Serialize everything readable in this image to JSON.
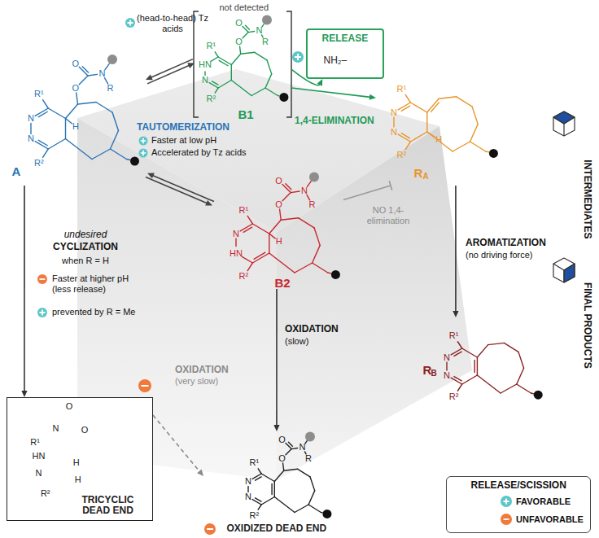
{
  "diagram": {
    "nodes": [
      {
        "text": [
          "not detected",
          "O",
          "N",
          "R",
          "O",
          "R¹",
          "HN",
          "N",
          "R²",
          "B1"
        ]
      },
      {
        "text": [
          "RELEASE",
          "NH₂–"
        ]
      },
      {
        "text": [
          "O",
          "N",
          "R",
          "O",
          "R¹",
          "N",
          "N",
          "H",
          "R²",
          "A"
        ]
      },
      {
        "text": [
          "R¹",
          "N",
          "N",
          "H",
          "R²",
          "R",
          "A"
        ]
      },
      {
        "text": [
          "O",
          "N",
          "R",
          "O",
          "R¹",
          "N",
          "HN",
          "H",
          "R²",
          "B2"
        ]
      },
      {
        "text": [
          "N",
          "R¹",
          "H",
          "HN",
          "N",
          "O",
          "O",
          "H",
          "R²",
          "TRICYCLIC DEAD END"
        ]
      },
      {
        "text": [
          "R¹",
          "N",
          "N",
          "R",
          "B",
          "R²"
        ]
      },
      {
        "text": [
          "O",
          "N",
          "R",
          "O",
          "R¹",
          "N",
          "N",
          "R²",
          "OXIDIZED DEAD END"
        ]
      }
    ],
    "edges": [
      {
        "from": 2,
        "to": 0,
        "arrow": "both",
        "label": "(head-to-head) Tz acids"
      },
      {
        "from": 2,
        "to": 4,
        "arrow": "both"
      },
      {
        "from": 0,
        "to": 3,
        "arrow": "to",
        "label": "1,4-ELIMINATION"
      },
      {
        "from": 0,
        "to": 1,
        "arrow": "to"
      },
      {
        "from": 4,
        "to": 3,
        "arrow": "none",
        "label": "NO 1,4-elimination"
      },
      {
        "from": 3,
        "to": 6,
        "arrow": "to",
        "label": "AROMATIZATION"
      },
      {
        "from": 2,
        "to": 5,
        "arrow": "to",
        "label": "CYCLIZATION"
      },
      {
        "from": 4,
        "to": 7,
        "arrow": "to",
        "label": "OXIDATION"
      },
      {
        "from": 5,
        "to": 7,
        "arrow": "to",
        "label": "OXIDATION"
      }
    ],
    "labels": [
      "TAUTOMERIZATION",
      "Faster at low pH",
      "Accelerated by Tz acids",
      "INTERMEDIATES",
      "undesired",
      "when R = H",
      "Faster at higher pH (less release)",
      "prevented by R = Me",
      "(slow)",
      "(no driving force)",
      "FINAL PRODUCTS",
      "(very slow)",
      "RELEASE/SCISSION"
    ],
    "legend": [
      {
        "text": "FAVORABLE",
        "color": "#5cc6c8"
      },
      {
        "text": "UNFAVORABLE",
        "color": "#f07a3c"
      }
    ]
  }
}
